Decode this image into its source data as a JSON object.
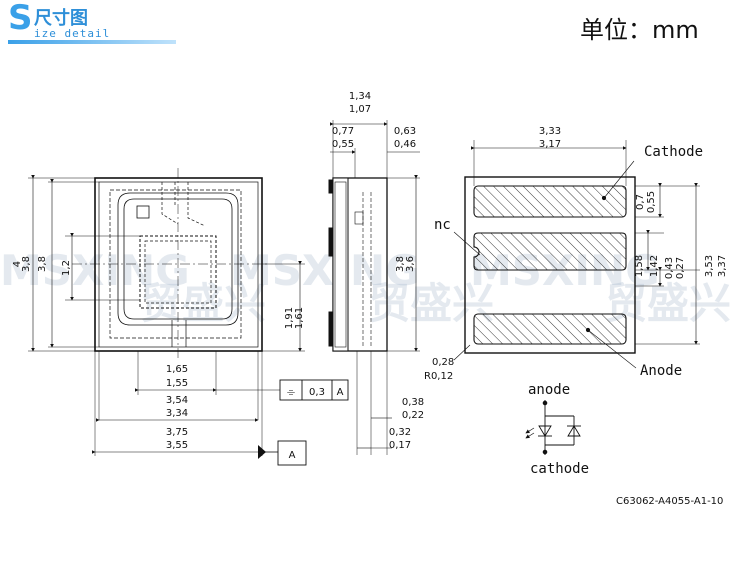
{
  "header": {
    "logo_letter": "S",
    "title_cn": "尺寸图",
    "title_en": "ize detail",
    "unit": "单位：mm"
  },
  "watermark": {
    "text_latin": "MSXING",
    "text_cn": "贸盛兴"
  },
  "front_view": {
    "height_outer": [
      "4",
      "3,8"
    ],
    "height_inner": "1,2",
    "pad_height": [
      "1,91",
      "1,61"
    ],
    "w_inner": [
      "1,65",
      "1,55"
    ],
    "w_mid": [
      "3,54",
      "3,34"
    ],
    "w_outer": [
      "3,75",
      "3,55"
    ],
    "flatness_symbol": "⌯",
    "flatness_value": "0,3",
    "flatness_datum": "A",
    "datum_label": "A"
  },
  "side_view": {
    "total_top": [
      "1,34",
      "1,07"
    ],
    "left_top": [
      "0,77",
      "0,55"
    ],
    "right_top": [
      "0,63",
      "0,46"
    ],
    "height": [
      "3,8",
      "3,6"
    ],
    "bottom_1": [
      "0,38",
      "0,22"
    ],
    "bottom_2": [
      "0,32",
      "0,17"
    ]
  },
  "bottom_view": {
    "width": [
      "3,33",
      "3,17"
    ],
    "cathode_label": "Cathode",
    "anode_label": "Anode",
    "nc_label": "nc",
    "d_pad_gap": [
      "0,7",
      "0,55"
    ],
    "d_center": [
      "1,58",
      "1,42"
    ],
    "d_gap2": [
      "0,43",
      "0,27"
    ],
    "d_total": [
      "3,53",
      "3,37"
    ],
    "radius_top": "0,28",
    "radius_bottom": "R0,12"
  },
  "schematic": {
    "anode_label": "anode",
    "cathode_label": "cathode"
  },
  "part_number": "C63062-A4055-A1-10"
}
